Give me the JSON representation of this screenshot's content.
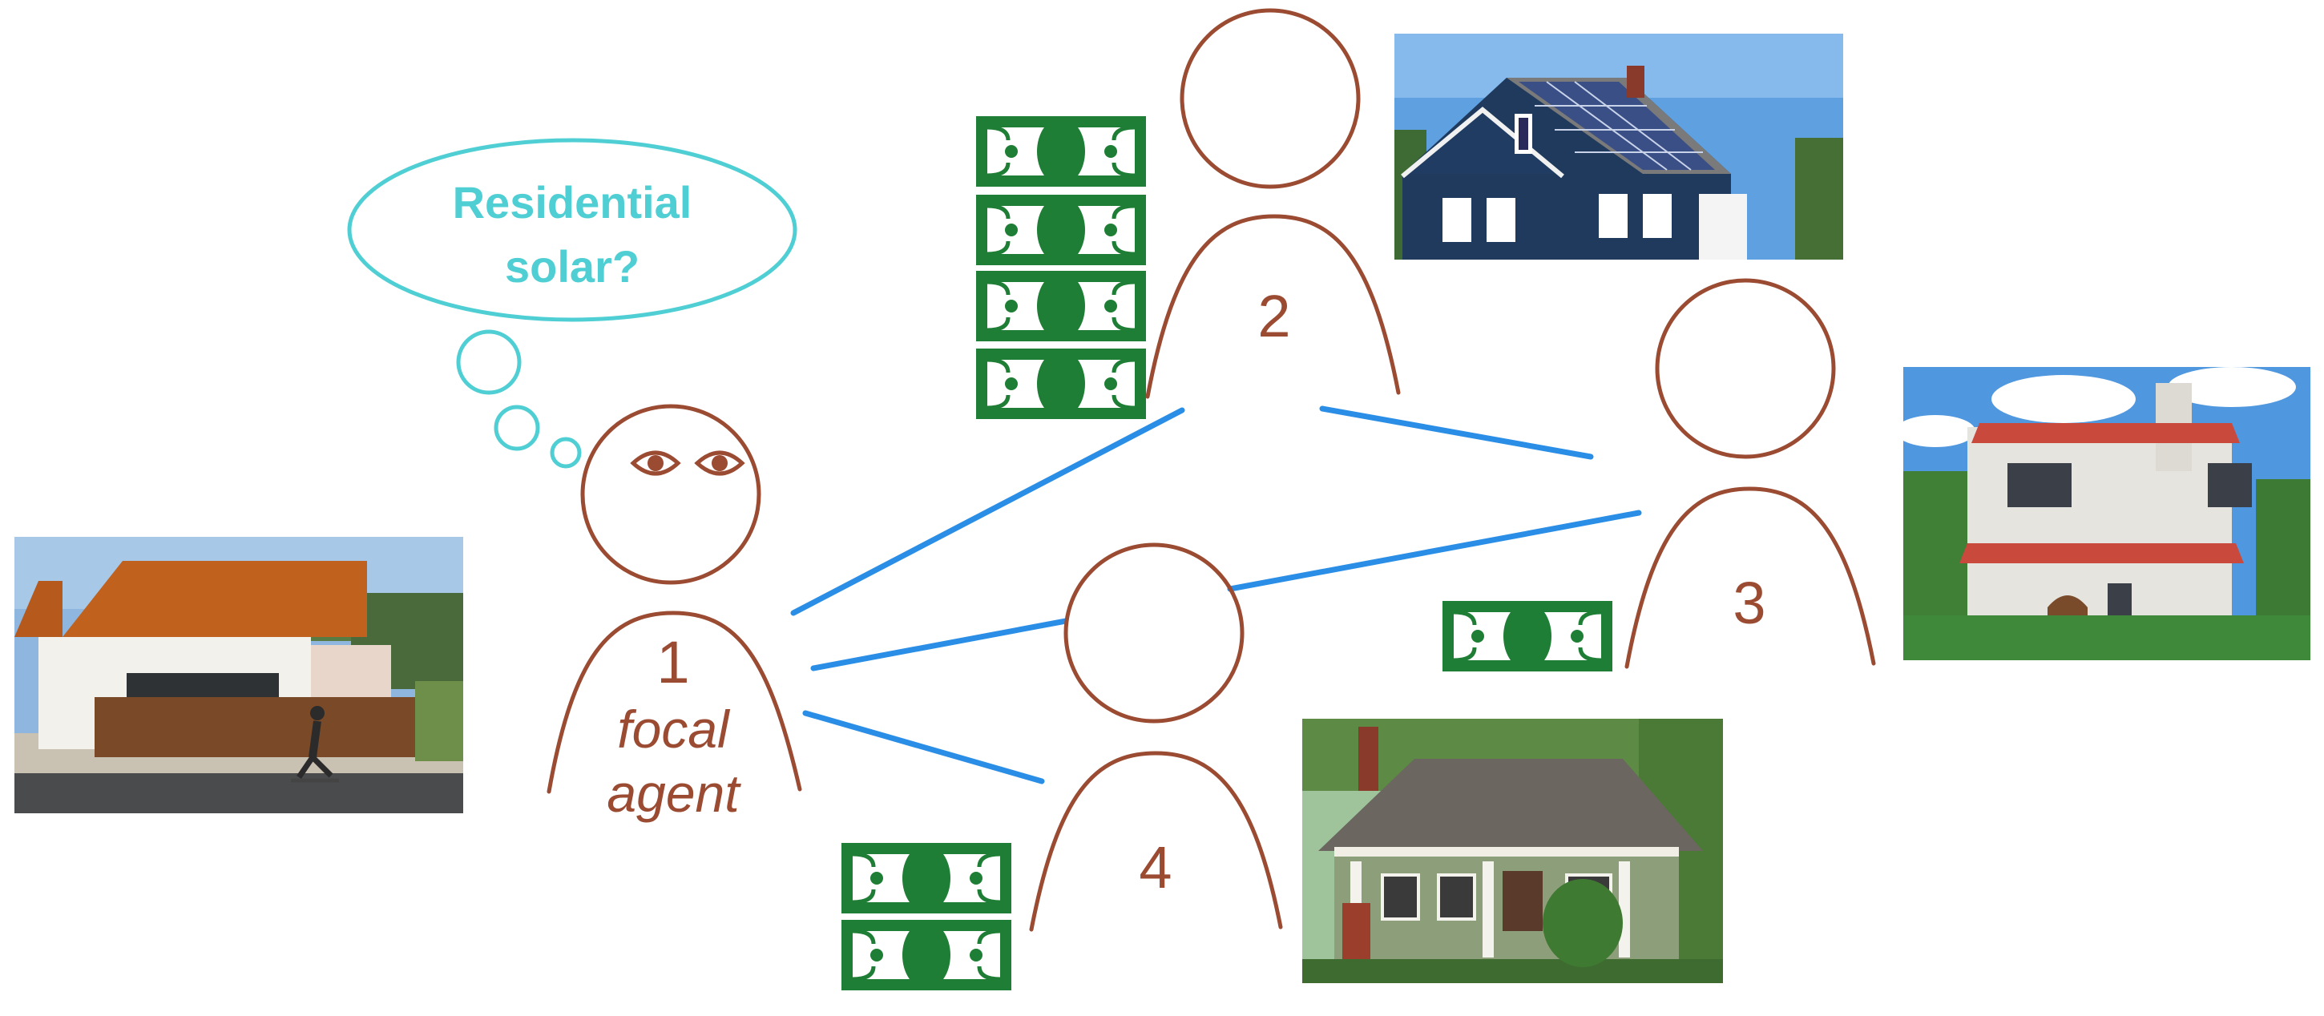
{
  "thought": {
    "line1": "Residential",
    "line2": "solar?"
  },
  "agents": [
    {
      "id": "1",
      "number": "1",
      "role_line1": "focal",
      "role_line2": "agent",
      "money_bills": 0
    },
    {
      "id": "2",
      "number": "2",
      "money_bills": 4,
      "house": "solar-panel house"
    },
    {
      "id": "3",
      "number": "3",
      "money_bills": 1,
      "house": "stucco house with red tile roof"
    },
    {
      "id": "4",
      "number": "4",
      "money_bills": 2,
      "house": "craftsman bungalow"
    }
  ],
  "ties": [
    [
      "1",
      "2"
    ],
    [
      "1",
      "3"
    ],
    [
      "1",
      "4"
    ],
    [
      "2",
      "3"
    ]
  ],
  "colors": {
    "person": "#9a4b32",
    "tie": "#2a8ee6",
    "thought": "#4fcfd4",
    "money": "#1f7e35",
    "eye": "#9a4b32"
  },
  "icons": {
    "money": "dollar-bill-icon",
    "eyes": "eyes-icon"
  }
}
